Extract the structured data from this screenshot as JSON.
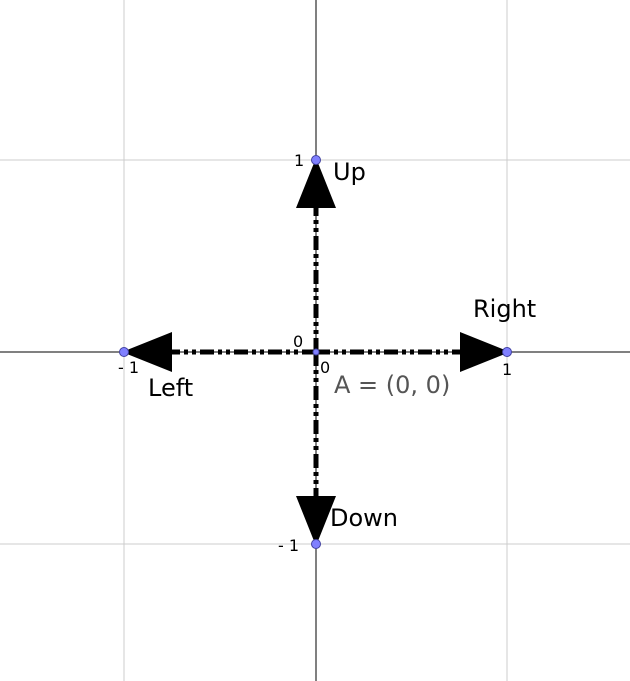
{
  "grid": {
    "line_color": "#cccccc",
    "axis_color": "#000000"
  },
  "origin_tick_labels": {
    "x": "0",
    "y": "0"
  },
  "ticks": {
    "x_neg": "- 1",
    "x_pos": "1",
    "y_pos": "1",
    "y_neg": "- 1"
  },
  "vectors": [
    {
      "name": "Up",
      "to": [
        0,
        1
      ]
    },
    {
      "name": "Right",
      "to": [
        1,
        0
      ]
    },
    {
      "name": "Left",
      "to": [
        -1,
        0
      ]
    },
    {
      "name": "Down",
      "to": [
        0,
        -1
      ]
    }
  ],
  "point_A": {
    "label": "A = (0, 0)",
    "x": 0,
    "y": 0
  },
  "colors": {
    "point_fill": "#8080ff",
    "point_stroke": "#4040a0",
    "vector": "#000000"
  }
}
